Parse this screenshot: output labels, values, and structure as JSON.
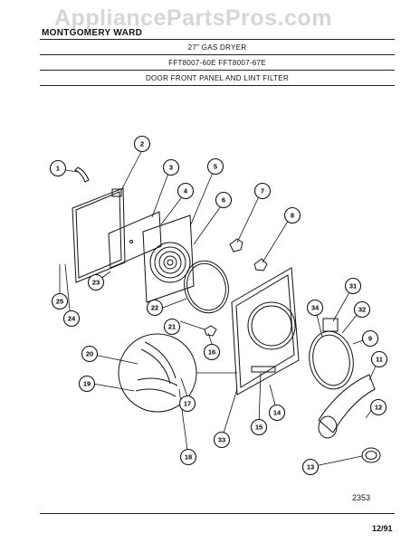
{
  "watermark": "AppliancePartsPros.com",
  "header": {
    "brand": "MONTGOMERY WARD",
    "title_line1": "27\" GAS DRYER",
    "title_line2": "FFT8007-60E   FFT8007-67E",
    "title_line3": "DOOR FRONT PANEL AND LINT FILTER"
  },
  "footer": {
    "diagram_code": "2353",
    "date": "12/91"
  },
  "callouts": [
    {
      "label": "1"
    },
    {
      "label": "2"
    },
    {
      "label": "3"
    },
    {
      "label": "4"
    },
    {
      "label": "5"
    },
    {
      "label": "6"
    },
    {
      "label": "7"
    },
    {
      "label": "8"
    },
    {
      "label": "9"
    },
    {
      "label": "11"
    },
    {
      "label": "12"
    },
    {
      "label": "13"
    },
    {
      "label": "14"
    },
    {
      "label": "15"
    },
    {
      "label": "16"
    },
    {
      "label": "17"
    },
    {
      "label": "18"
    },
    {
      "label": "19"
    },
    {
      "label": "20"
    },
    {
      "label": "21"
    },
    {
      "label": "22"
    },
    {
      "label": "23"
    },
    {
      "label": "24"
    },
    {
      "label": "25"
    },
    {
      "label": "31"
    },
    {
      "label": "32"
    },
    {
      "label": "33"
    },
    {
      "label": "34"
    }
  ]
}
